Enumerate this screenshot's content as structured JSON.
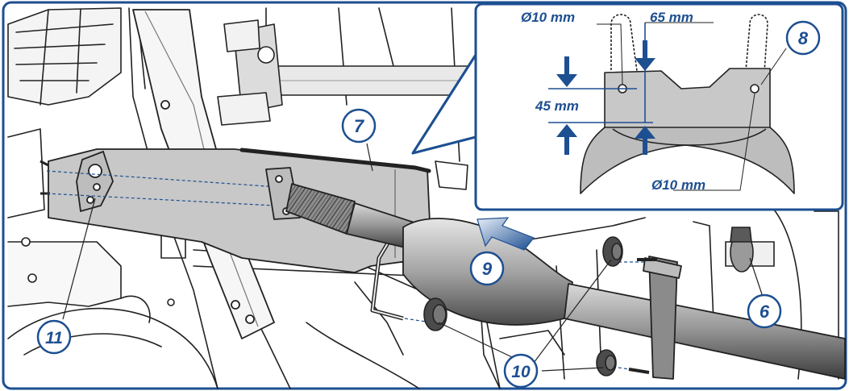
{
  "callouts": {
    "c6": "6",
    "c7": "7",
    "c8": "8",
    "c9": "9",
    "c10": "10",
    "c11": "11"
  },
  "dimensions": {
    "hole_top_left": "Ø10 mm",
    "width": "65 mm",
    "height": "45 mm",
    "hole_bottom_right": "Ø10 mm"
  },
  "colors": {
    "accent": "#1d4f91",
    "frame": "#1d4f91",
    "shield_fill": "#c8c8c8",
    "line": "#222222",
    "background": "#ffffff"
  }
}
